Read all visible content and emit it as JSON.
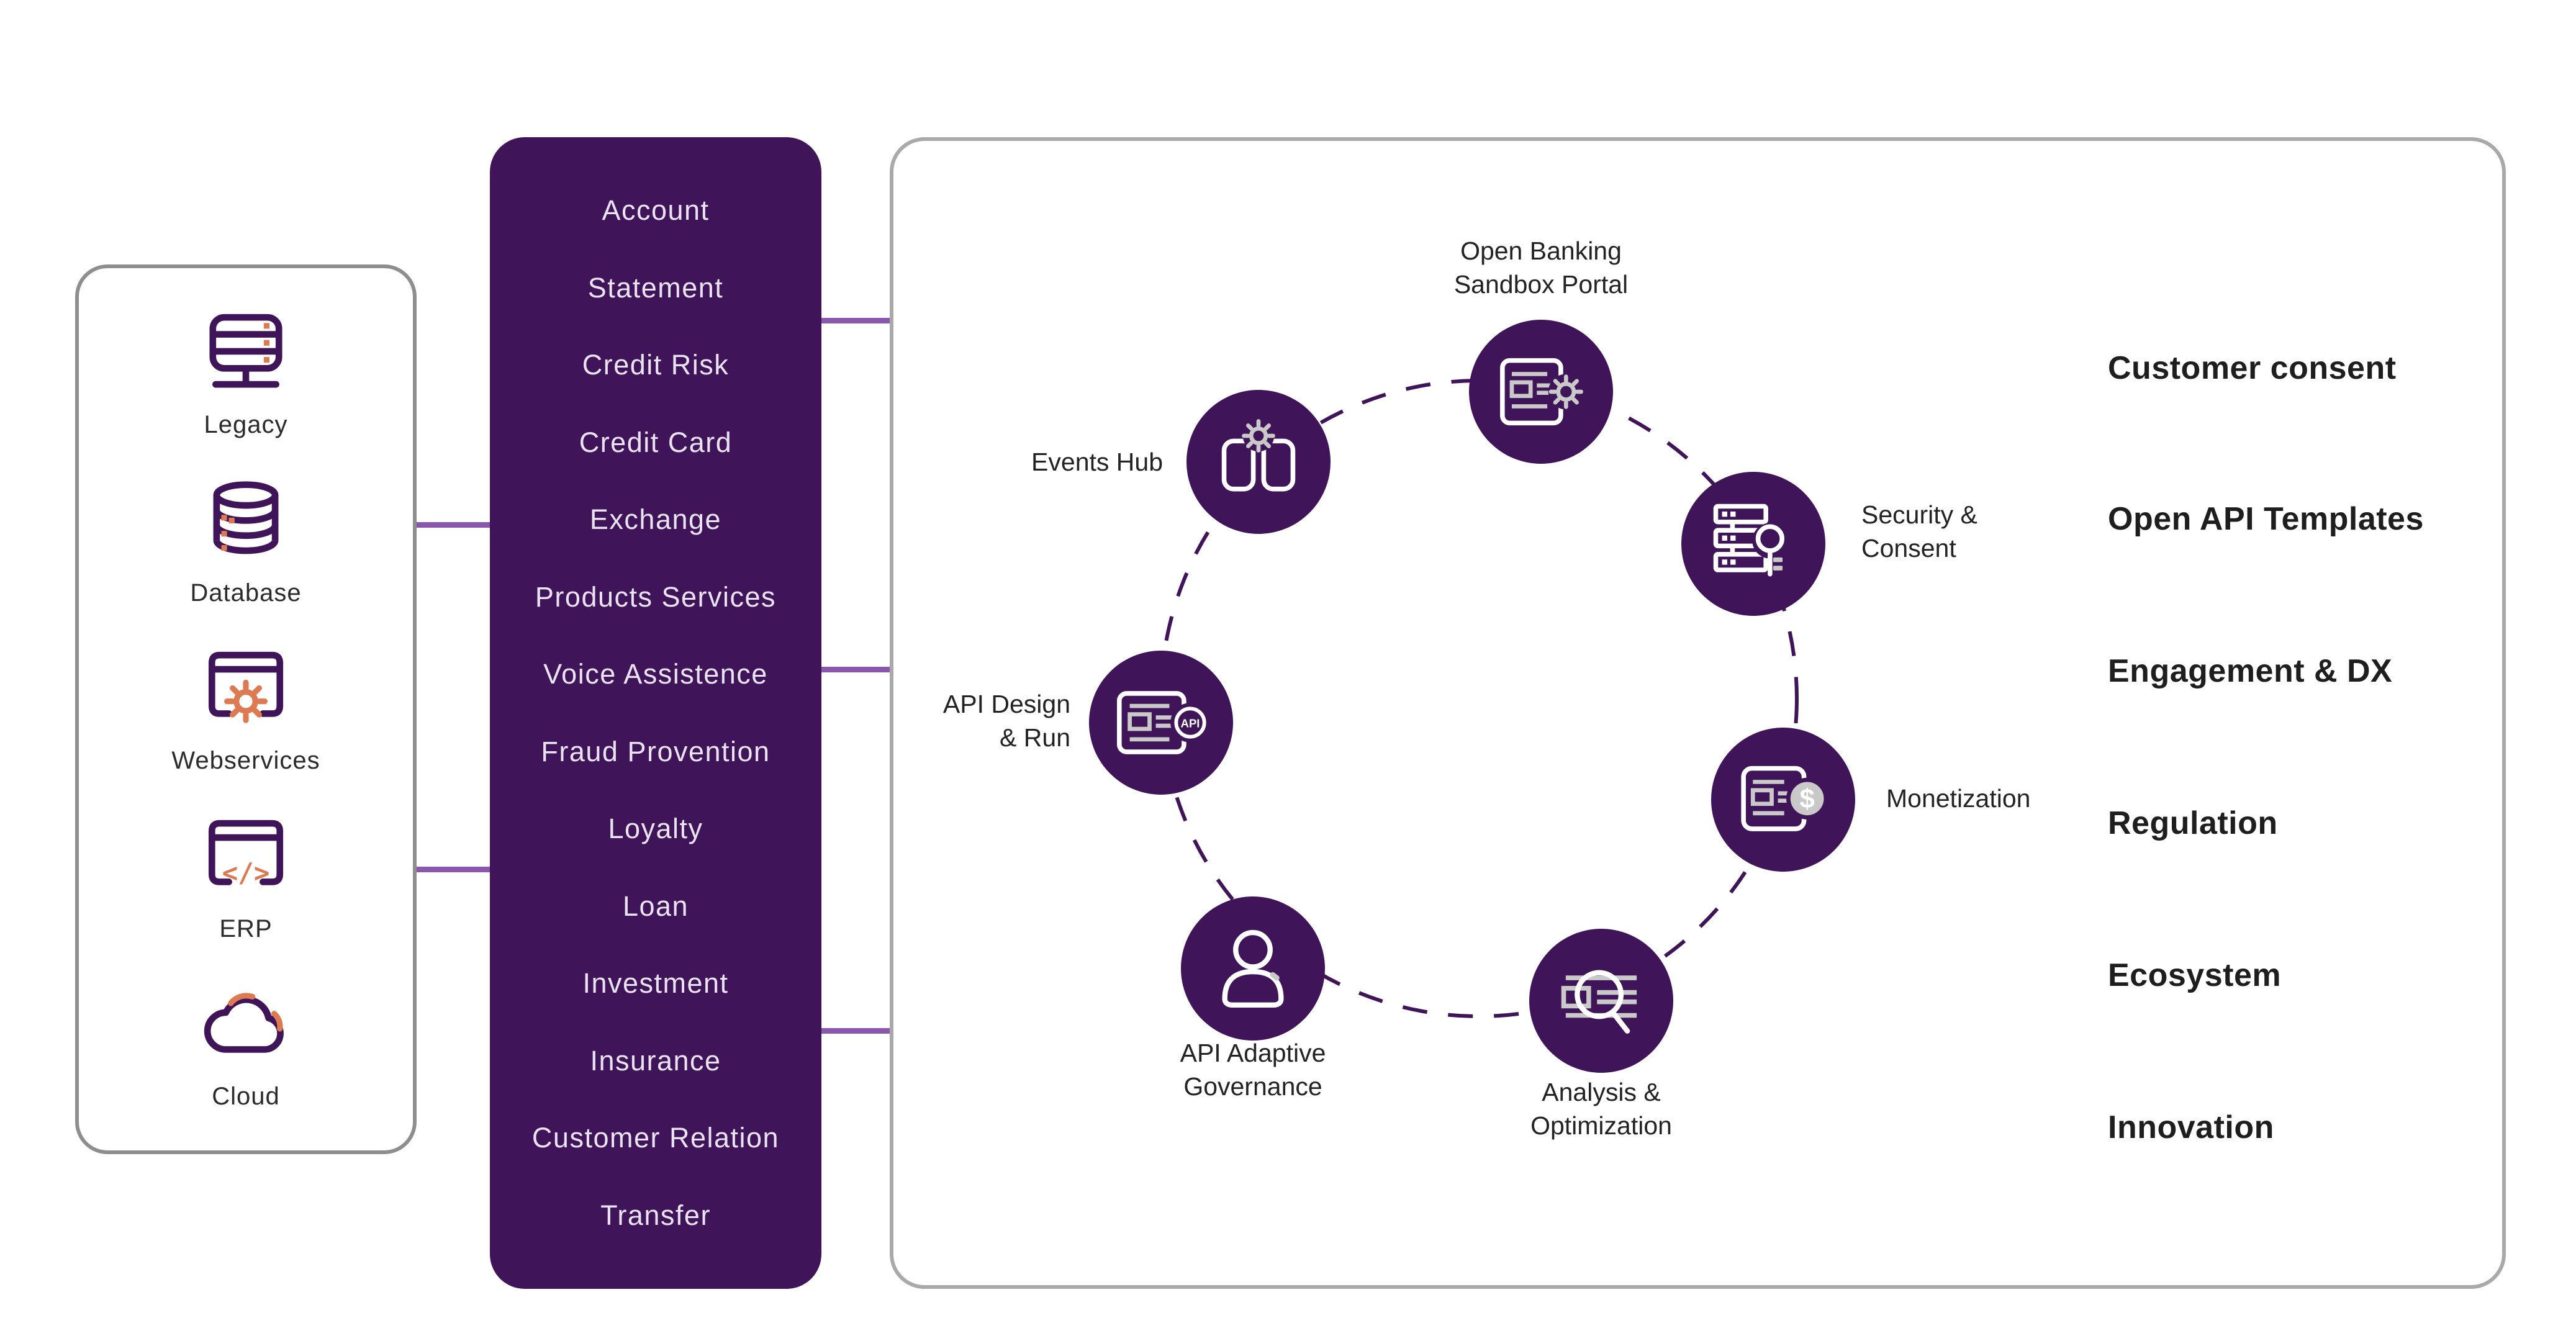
{
  "colors": {
    "purple_dark": "#3F1459",
    "connector_purple": "#8B57AE",
    "accent_orange": "#DD7A52",
    "icon_gray": "#C9C9C9",
    "source_panel_border": "#8E8E8E",
    "platform_box_border": "#A9A9A9",
    "services_text": "#EAE3F2",
    "dark_text": "#232323"
  },
  "source_panel": {
    "items": [
      {
        "label": "Legacy",
        "icon": "legacy-server-icon"
      },
      {
        "label": "Database",
        "icon": "database-icon"
      },
      {
        "label": "Webservices",
        "icon": "webservices-gear-icon"
      },
      {
        "label": "ERP",
        "icon": "erp-code-icon"
      },
      {
        "label": "Cloud",
        "icon": "cloud-icon"
      }
    ]
  },
  "services_panel": {
    "items": [
      "Account",
      "Statement",
      "Credit Risk",
      "Credit Card",
      "Exchange",
      "Products Services",
      "Voice Assistence",
      "Fraud Provention",
      "Loyalty",
      "Loan",
      "Investment",
      "Insurance",
      "Customer Relation",
      "Transfer"
    ]
  },
  "platform": {
    "nodes": [
      {
        "label": "Open Banking\nSandbox Portal",
        "icon": "sandbox-portal-icon"
      },
      {
        "label": "Events Hub",
        "icon": "events-hub-icon"
      },
      {
        "label": "Security &\nConsent",
        "icon": "security-consent-icon"
      },
      {
        "label": "API Design\n& Run",
        "icon": "api-design-run-icon"
      },
      {
        "label": "Monetization",
        "icon": "monetization-icon"
      },
      {
        "label": "API Adaptive\nGovernance",
        "icon": "adaptive-governance-icon"
      },
      {
        "label": "Analysis &\nOptimization",
        "icon": "analysis-optimization-icon"
      }
    ],
    "api_badge_text": "API",
    "dollar_sign": "$",
    "erp_code_glyph": "</>",
    "capabilities": [
      "Customer consent",
      "Open API Templates",
      "Engagement & DX",
      "Regulation",
      "Ecosystem",
      "Innovation"
    ]
  }
}
